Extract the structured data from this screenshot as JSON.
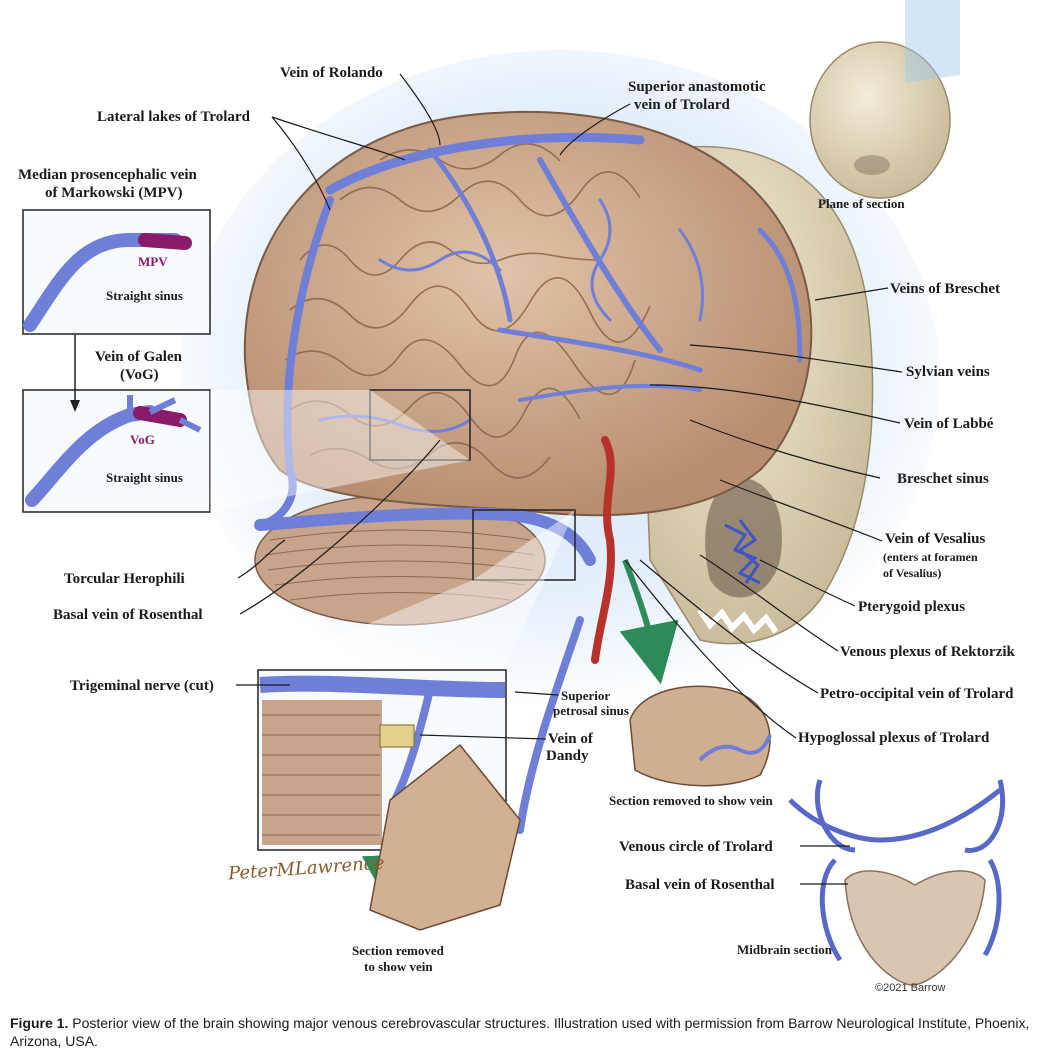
{
  "labels": {
    "vein_rolando": "Vein of Rolando",
    "sup_anast_1": "Superior anastomotic",
    "sup_anast_2": "vein of Trolard",
    "lateral_lakes": "Lateral lakes of Trolard",
    "mpv_1": "Median prosencephalic vein",
    "mpv_2": "of Markowski (MPV)",
    "mpv_tag": "MPV",
    "straight_sinus_1": "Straight sinus",
    "galen_1": "Vein of Galen",
    "galen_2": "(VoG)",
    "vog_tag": "VoG",
    "straight_sinus_2": "Straight sinus",
    "plane": "Plane of section",
    "breschet_veins": "Veins of Breschet",
    "sylvian": "Sylvian veins",
    "labbe": "Vein of Labbé",
    "breschet_sinus": "Breschet sinus",
    "vesalius_1": "Vein of Vesalius",
    "vesalius_2": "(enters at foramen",
    "vesalius_3": "of Vesalius)",
    "pterygoid": "Pterygoid plexus",
    "rektorzik": "Venous plexus of Rektorzik",
    "petro_occipital": "Petro-occipital vein of Trolard",
    "hypoglossal": "Hypoglossal plexus of Trolard",
    "torcular": "Torcular Herophili",
    "basal_rosenthal": "Basal vein of Rosenthal",
    "trigeminal": "Trigeminal nerve (cut)",
    "sup_petrosal_1": "Superior",
    "sup_petrosal_2": "petrosal sinus",
    "dandy_1": "Vein of",
    "dandy_2": "Dandy",
    "section_removed_a": "Section removed to show vein",
    "section_removed_b1": "Section removed",
    "section_removed_b2": "to show vein",
    "venous_circle": "Venous circle of Trolard",
    "basal_rosenthal_2": "Basal vein of Rosenthal",
    "midbrain": "Midbrain section"
  },
  "signature": "PeterMLawrence",
  "copyright": "©2021 Barrow",
  "caption": {
    "label": "Figure 1.",
    "text": "Posterior view of the brain showing major venous cerebrovascular structures. Illustration used with permission from Barrow Neurological Institute, Phoenix, Arizona, USA."
  },
  "colors": {
    "vein": "#6f7fd8",
    "vein_dark": "#3d4fa8",
    "brain": "#c9a58a",
    "skull": "#e6dcc4",
    "artery": "#b8322c",
    "arrow": "#2e8b57",
    "mpv_violet": "#8a1a6a"
  }
}
